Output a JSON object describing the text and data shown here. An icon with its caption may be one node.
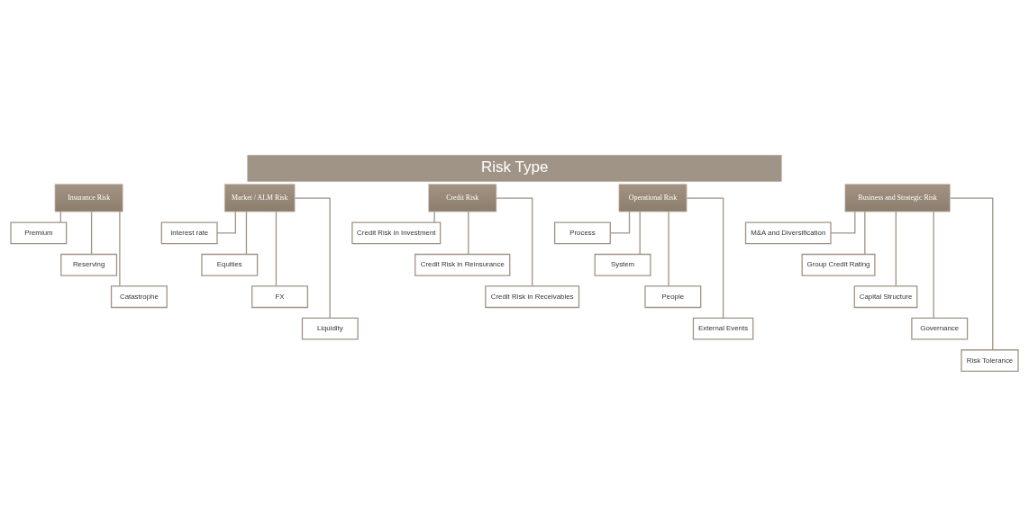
{
  "diagram": {
    "title": "Risk Type",
    "nodes": [
      {
        "text": [
          "Insurance Risk"
        ]
      },
      {
        "text": [
          "Premium"
        ]
      },
      {
        "text": [
          "Reserving"
        ]
      },
      {
        "text": [
          "Catastrophe"
        ]
      },
      {
        "text": [
          "Market / ALM Risk"
        ]
      },
      {
        "text": [
          "Interest rate"
        ]
      },
      {
        "text": [
          "Equities"
        ]
      },
      {
        "text": [
          "FX"
        ]
      },
      {
        "text": [
          "Liquidity"
        ]
      },
      {
        "text": [
          "Credit Risk"
        ]
      },
      {
        "text": [
          "Credit Risk in Investment"
        ]
      },
      {
        "text": [
          "Credit Risk in Reinsurance"
        ]
      },
      {
        "text": [
          "Credit Risk in Receivables"
        ]
      },
      {
        "text": [
          "Operational Risk"
        ]
      },
      {
        "text": [
          "Process"
        ]
      },
      {
        "text": [
          "System"
        ]
      },
      {
        "text": [
          "People"
        ]
      },
      {
        "text": [
          "External Events"
        ]
      },
      {
        "text": [
          "Business and Strategic Risk"
        ]
      },
      {
        "text": [
          "M&A and Diversification"
        ]
      },
      {
        "text": [
          "Group Credit Rating"
        ]
      },
      {
        "text": [
          "Capital Structure"
        ]
      },
      {
        "text": [
          "Governance"
        ]
      },
      {
        "text": [
          "Risk Tolerance"
        ]
      }
    ],
    "edges": [
      {
        "from": 0,
        "to": 1,
        "arrow": "none"
      },
      {
        "from": 0,
        "to": 2,
        "arrow": "none"
      },
      {
        "from": 0,
        "to": 3,
        "arrow": "none"
      },
      {
        "from": 4,
        "to": 5,
        "arrow": "none"
      },
      {
        "from": 4,
        "to": 6,
        "arrow": "none"
      },
      {
        "from": 4,
        "to": 7,
        "arrow": "none"
      },
      {
        "from": 4,
        "to": 8,
        "arrow": "none"
      },
      {
        "from": 9,
        "to": 10,
        "arrow": "none"
      },
      {
        "from": 9,
        "to": 11,
        "arrow": "none"
      },
      {
        "from": 9,
        "to": 12,
        "arrow": "none"
      },
      {
        "from": 13,
        "to": 14,
        "arrow": "none"
      },
      {
        "from": 13,
        "to": 15,
        "arrow": "none"
      },
      {
        "from": 13,
        "to": 16,
        "arrow": "none"
      },
      {
        "from": 13,
        "to": 17,
        "arrow": "none"
      },
      {
        "from": 18,
        "to": 19,
        "arrow": "none"
      },
      {
        "from": 18,
        "to": 20,
        "arrow": "none"
      },
      {
        "from": 18,
        "to": 21,
        "arrow": "none"
      },
      {
        "from": 18,
        "to": 22,
        "arrow": "none"
      },
      {
        "from": 18,
        "to": 23,
        "arrow": "none"
      }
    ]
  }
}
